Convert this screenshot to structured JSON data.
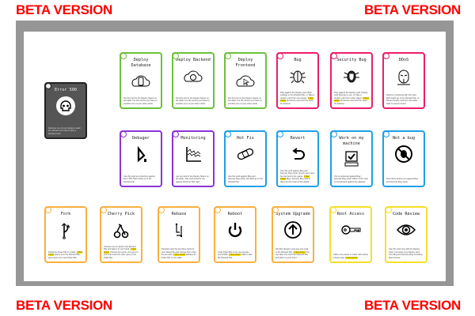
{
  "watermark": "BETA VERSION",
  "colors": {
    "watermark": "#ff0000",
    "frame": "#969696",
    "green": "#6dc03b",
    "pink": "#ee1e6a",
    "purple": "#8c35d6",
    "blue": "#1ea0e6",
    "orange": "#f9b040",
    "yellow": "#f7de2a",
    "highlight": "#ffe600"
  },
  "error_card": {
    "title": "Error 500",
    "icon": "skull-icon",
    "desc": "Destroys one of your deploys. Each turn discard one card or play a blocking card."
  },
  "cards": [
    {
      "title": "Deploy Database",
      "icon": "cloud-database-icon",
      "desc": "Put this card in the Deploy Space on the table. For the service you have to sacrifice one of your other cards.",
      "highlight": ""
    },
    {
      "title": "Deploy Backend",
      "icon": "cloud-gear-icon",
      "desc": "Put this card in the Deploy Space on the table. For the service you have to sacrifice one of your other cards.",
      "highlight": ""
    },
    {
      "title": "Deploy Frontend",
      "icon": "cloud-cursor-icon",
      "desc": "Put this card in the Deploy Space on the table. For the service you have to sacrifice one of your other cards.",
      "highlight": ""
    },
    {
      "title": "Bug",
      "icon": "bug-icon",
      "desc": "Play against the Deploy card. Both cardsgo to the Discard Pile. or Take a random card from one player.",
      "highlight": "1 Next Action",
      "after": "Protection card can't be used for defense."
    },
    {
      "title": "Security Bug",
      "icon": "shield-bug-icon",
      "desc": "Play against the Deploy card. Deploy card belongs to you. or Take a random card from other player.",
      "highlight": "1 Next Action",
      "after": "Protection card can't be used for defense."
    },
    {
      "title": "DDoS",
      "icon": "hacker-icon",
      "desc": "Destroy monitoring with this card. Both cards go to the Discard Pile. or Return Deploy card from the table back to owner's hand.",
      "highlight": ""
    },
    {
      "title": "Debuger",
      "icon": "debugger-icon",
      "desc": "Use this card as protection against Error 500. Both cards go to the Discard Pile.",
      "highlight": ""
    },
    {
      "title": "Monitoring",
      "icon": "chart-icon",
      "desc": "Lay out card in the Deploy Space on the table. This card protects you against the Error 500 card.",
      "highlight": ""
    },
    {
      "title": "Hot Fix",
      "icon": "bandage-icon",
      "desc": "Use this card against Bug and Security Bug cards. All cards go to the Discard Pile.",
      "highlight": ""
    },
    {
      "title": "Revert",
      "icon": "revert-icon",
      "desc": "Use this card against Bug and Security Bug cards. Revert card must be returned to the owner.",
      "highlight": "1 Next Action",
      "after": "Bug / Security Bug card is taken by the victim of the attack."
    },
    {
      "title": "Work on my machine",
      "icon": "computer-check-icon",
      "desc": "You're protected against Bug / Security Bug cards. Effect of the card is turned back against the attacker.",
      "highlight": ""
    },
    {
      "title": "Not a bug",
      "icon": "no-bug-icon",
      "desc": "This card protects you against Bug and Security Bug cards.",
      "highlight": ""
    },
    {
      "title": "Fork",
      "icon": "fork-icon",
      "desc": "Divide the Draw Pile in 2 piles.",
      "highlight": "1 Next Action",
      "after": "Game over the Discard Pile goes down as a new Draw Pile."
    },
    {
      "title": "Cherry Pick",
      "icon": "cherry-icon",
      "desc": "Choose one of cards in the Discard Pile and take it to your hand.",
      "highlight": "1 Next Action",
      "after": "Choose two cards, one goes to your hand and the other goes to the Draw Pile."
    },
    {
      "title": "Rebase",
      "icon": "rebase-icon",
      "desc": "Privately view the top three cards of your Draw Pile and change their order as you wish.",
      "highlight": "1 Next Action",
      "after": "Rebase all Draw Pile on the table."
    },
    {
      "title": "Reboot",
      "icon": "power-icon",
      "desc": "Undo Draw Pile to the one big pile and shuffle.",
      "highlight": "1 Next Action",
      "after": "Take in also the Discard Pile."
    },
    {
      "title": "System Upgrade",
      "icon": "upgrade-icon",
      "desc": "All other players must give one card to the Discard Pile.",
      "highlight": "1 Next Action",
      "after": "You can take one card from Discard Pile and add it to your hand."
    },
    {
      "title": "Root Access",
      "icon": "key-icon",
      "desc": "Adds more power to cards with a Root Access sign.",
      "highlight": "1 Next Action",
      "after": ""
    },
    {
      "title": "Code Review",
      "icon": "eye-icon",
      "desc": "Use this card only with the Deploy Card. It protects your Deploy card from Bug and Security Bug excluding Root Access.",
      "highlight": ""
    }
  ]
}
